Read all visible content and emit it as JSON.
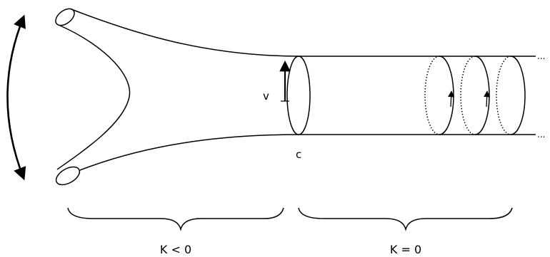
{
  "labels": {
    "v": "v",
    "c": "c",
    "region_negative": "K < 0",
    "region_zero": "K = 0",
    "continuation_top": "...",
    "continuation_bottom": "..."
  },
  "colors": {
    "stroke": "#000000",
    "background": "#ffffff"
  }
}
